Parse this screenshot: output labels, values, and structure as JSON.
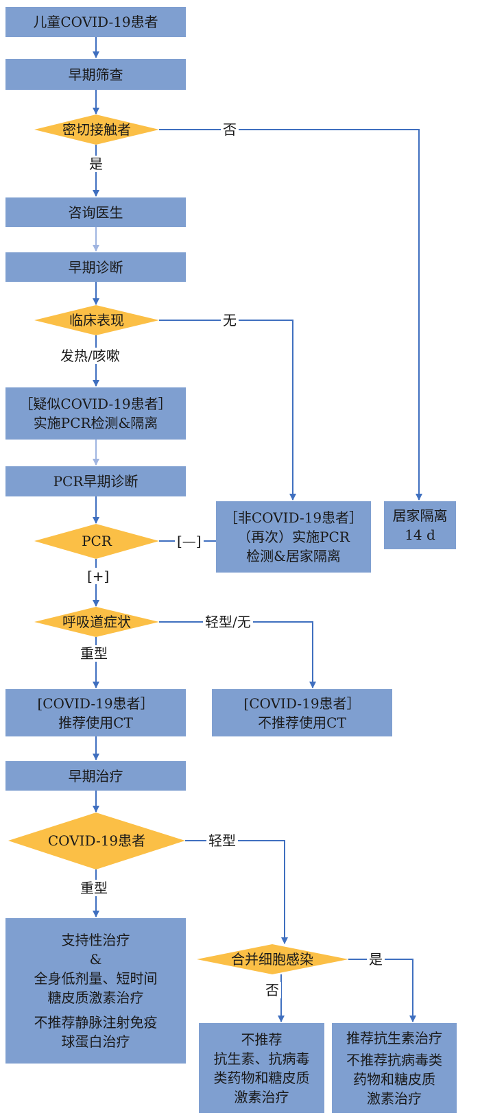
{
  "nodes": {
    "n1": [
      "儿童COVID-19患者"
    ],
    "n2": [
      "早期筛查"
    ],
    "d1": "密切接触者",
    "n3": [
      "咨询医生"
    ],
    "n4": [
      "早期诊断"
    ],
    "d2": "临床表现",
    "n5": [
      "［疑似COVID-19患者］",
      "实施PCR检测&隔离"
    ],
    "n6": [
      "PCR早期诊断"
    ],
    "d3": "PCR",
    "n7": [
      "［非COVID-19患者］",
      "（再次）实施PCR",
      "检测&居家隔离"
    ],
    "n8": [
      "居家隔离",
      "14 d"
    ],
    "d4": "呼吸道症状",
    "n9": [
      "[COVID-19患者］",
      "推荐使用CT"
    ],
    "n10": [
      "[COVID-19患者］",
      "不推荐使用CT"
    ],
    "n11": [
      "早期治疗"
    ],
    "d5": "COVID-19患者",
    "n12": [
      "支持性治疗",
      "&",
      "全身低剂量、短时间",
      "糖皮质激素治疗",
      "不推荐静脉注射免疫",
      "球蛋白治疗"
    ],
    "d6": "合并细胞感染",
    "n13": [
      "不推荐",
      "抗生素、抗病毒",
      "类药物和糖皮质",
      "激素治疗"
    ],
    "n14": [
      "推荐抗生素治疗",
      "不推荐抗病毒类",
      "药物和糖皮质",
      "激素治疗"
    ]
  },
  "edge_labels": {
    "d1_no": "否",
    "d1_yes": "是",
    "d2_none": "无",
    "d2_symptoms": "发热/咳嗽",
    "d3_neg": "[—]",
    "d3_pos": "[+]",
    "d4_mild": "轻型/无",
    "d4_severe": "重型",
    "d5_mild": "轻型",
    "d5_severe": "重型",
    "d6_yes": "是",
    "d6_no": "否"
  },
  "colors": {
    "box_fill": "#7f9fd0",
    "diamond_fill": "#fbbf46",
    "arrow": "#3f6fbf",
    "arrow_light": "#9fb4e0"
  }
}
